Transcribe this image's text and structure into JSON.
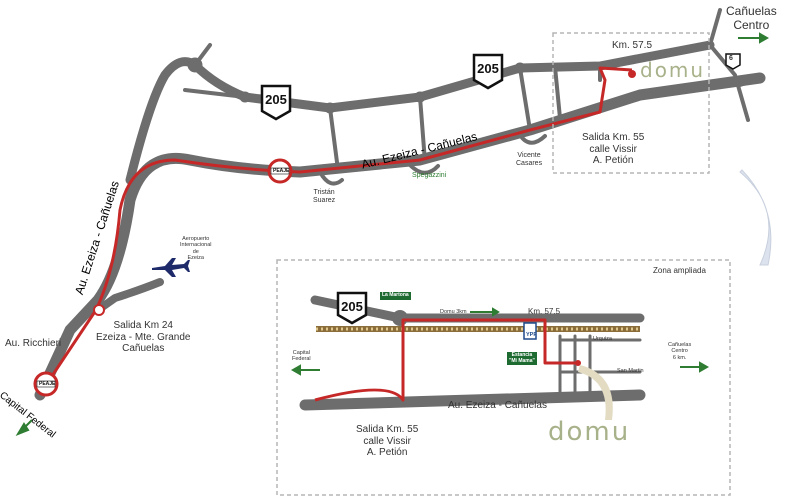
{
  "main_map": {
    "road_205_a": "205",
    "road_205_b": "205",
    "road_6": "6",
    "canuelas_centro": "Cañuelas\nCentro",
    "km_57_5": "Km. 57.5",
    "logo": "domu",
    "salida_km55": "Salida Km. 55\ncalle Vissir\nA. Petión",
    "autopista": "Au. Ezeiza - Cañuelas",
    "autopista_vertical": "Au. Ezeiza - Cañuelas",
    "vicente_casares": "Vicente\nCasares",
    "spegazzini": "Spegazzini",
    "tristan_suarez": "Tristán\nSuarez",
    "peaje": "PEAJE",
    "aeropuerto": "Aeropuerto\nInternacional\nde\nEzeiza",
    "salida_km24": "Salida Km 24\nEzeiza - Mte. Grande\nCañuelas",
    "au_ricchieri": "Au. Ricchieri",
    "capital_federal": "Capital Federal",
    "peaje_b": "PEAJE"
  },
  "zoom_map": {
    "title": "Zona ampliada",
    "road_205": "205",
    "la_martona": "La Martona",
    "domu_3km": "Domu 3km",
    "km_57_5": "Km. 57.5",
    "ypf": "YPF",
    "estancia": "Estancia\n\"Mi Mama\"",
    "urquiza": "Urquiza",
    "san_martin": "San Martin",
    "capital_federal": "Capital\nFederal",
    "canuelas_centro": "Cañuelas\nCentro\n6 km.",
    "autopista": "Au. Ezeiza - Cañuelas",
    "salida_km55": "Salida Km. 55\ncalle Vissir\nA. Petión",
    "logo": "domu"
  },
  "colors": {
    "road_gray": "#6d6d6d",
    "route_red": "#c62828",
    "arrow_green": "#2e7d32",
    "frame_gray": "#b5b5b5",
    "logo_olive": "#a8b28a",
    "plane_navy": "#1f2a6b"
  }
}
